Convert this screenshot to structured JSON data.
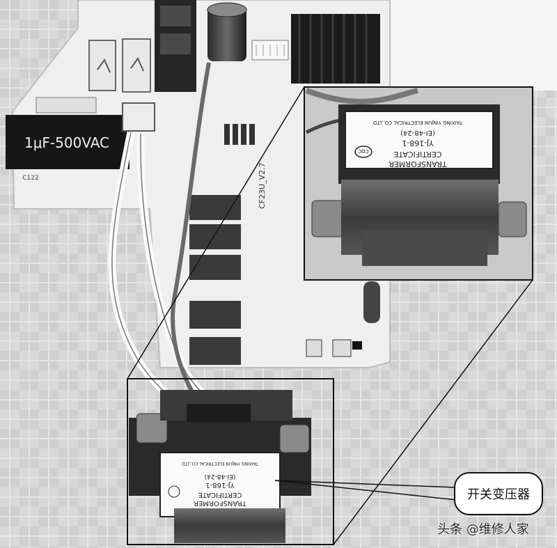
{
  "capacitor": {
    "label": "1μF-500VAC",
    "code": "C122"
  },
  "pcb": {
    "model": "CF23U_V2.7"
  },
  "transformer": {
    "line1": "TRANSFORMER",
    "line2": "CERTIFICATE",
    "model": "YJ-168-1",
    "spec": "(EI-48-24)",
    "maker": "TAIXING YINJUN ELECTRICAL CO.,LTD",
    "badge": "CQC"
  },
  "callout": {
    "text": "开关变压器"
  },
  "watermark": {
    "text": "头条 @维修人家"
  },
  "colors": {
    "pcb": "#eeeeee",
    "board_dark": "#1a1a1a",
    "background": "#d8d8d8"
  }
}
